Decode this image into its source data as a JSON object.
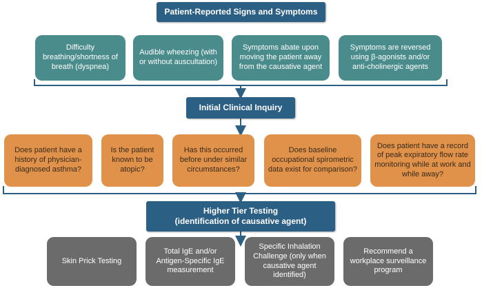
{
  "tier1": {
    "title": "Patient-Reported Signs and Symptoms",
    "items": [
      "Difficulty breathing/shortness of breath (dyspnea)",
      "Audible wheezing (with or without auscultation)",
      "Symptoms abate upon moving the patient away from the causative agent",
      "Symptoms are reversed using β-agonists and/or anti-cholinergic agents"
    ]
  },
  "tier2": {
    "title": "Initial Clinical Inquiry",
    "items": [
      "Does patient have a history of physician-diagnosed asthma?",
      "Is the patient known to be atopic?",
      "Has this occurred before under similar circumstances?",
      "Does baseline occupational spirometric data exist for comparison?",
      "Does patient have a record of peak expiratory flow rate monitoring while at work and while away?"
    ]
  },
  "tier3": {
    "title": "Higher Tier Testing\n(identification of causative agent)",
    "items": [
      "Skin Prick Testing",
      "Total IgE and/or Antigen-Specific IgE measurement",
      "Specific Inhalation Challenge (only when causative agent identified)",
      "Recommend a workplace surveillance program"
    ]
  },
  "colors": {
    "header": "#2b5f84",
    "tier1_box": "#4a8b8b",
    "tier2_box": "#e0924a",
    "tier3_box": "#6b6b6b",
    "lines": "#2b5f84"
  }
}
